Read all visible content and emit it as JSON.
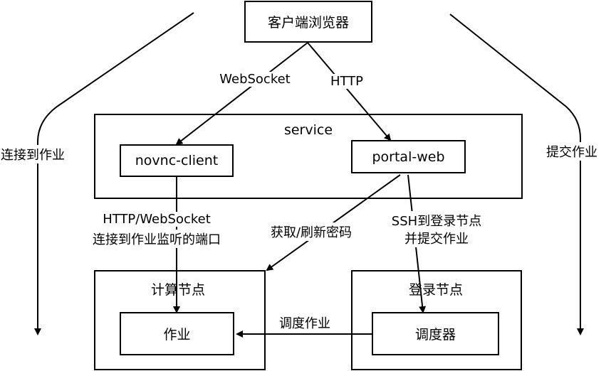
{
  "nodes": {
    "browser": "客户端浏览器",
    "service_group": "service",
    "novnc_client": "novnc-client",
    "portal_web": "portal-web",
    "compute_group": "计算节点",
    "job": "作业",
    "login_group": "登录节点",
    "scheduler": "调度器"
  },
  "edges": {
    "websocket": "WebSocket",
    "http": "HTTP",
    "connect_job_left": "连接到作业",
    "submit_job_right": "提交作业",
    "http_ws_line1": "HTTP/WebSocket",
    "http_ws_line2": "连接到作业监听的端口",
    "get_refresh_password": "获取/刷新密码",
    "ssh_line1": "SSH到登录节点",
    "ssh_line2": "并提交作业",
    "schedule_job": "调度作业"
  }
}
